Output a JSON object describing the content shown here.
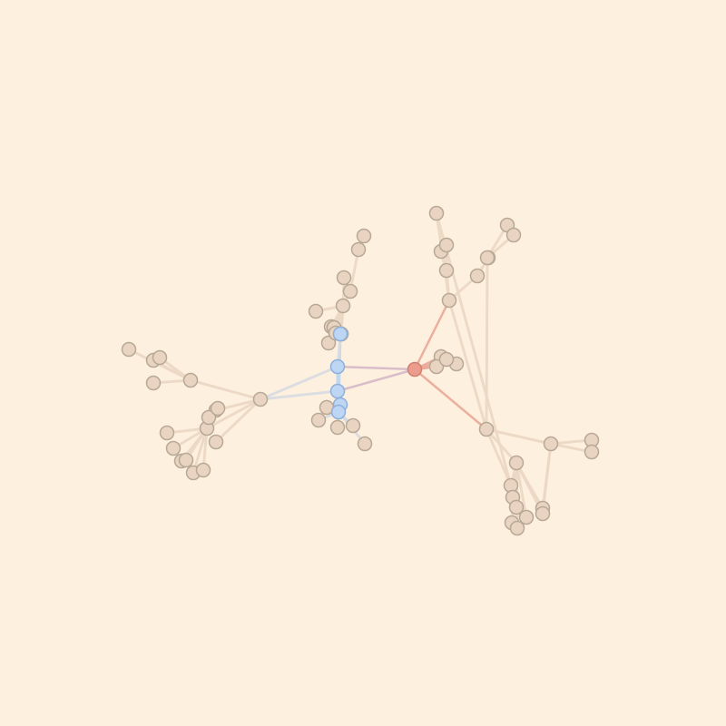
{
  "graph": {
    "colors": {
      "background": "#fef0df",
      "node_default_fill": "#e8d4c0",
      "node_default_stroke": "#b8a896",
      "node_highlight_fill": "#bdd6f3",
      "node_highlight_stroke": "#8fb0da",
      "node_focus_fill": "#ec9c8c",
      "node_focus_stroke": "#d28072",
      "edge_default": "#ecd8c4",
      "edge_highlight": "#bcd7f2",
      "edge_focus": "#eaa898"
    },
    "focus_node": "f",
    "highlighted_nodes": [
      "b1",
      "b2",
      "b3",
      "b4",
      "b5"
    ],
    "nodes": [
      "f",
      "b1",
      "b2",
      "b3",
      "b4",
      "b5",
      "h",
      "r1",
      "r2",
      "r3",
      "r4",
      "r5",
      "r6",
      "r7",
      "r8",
      "r9",
      "l1",
      "l2",
      "l3",
      "l4",
      "l5",
      "l6",
      "l7",
      "l8",
      "l9",
      "l10",
      "l11",
      "l12",
      "l13",
      "l14",
      "l15",
      "l16",
      "l17",
      "c1",
      "c2",
      "c3",
      "c4",
      "c5",
      "c6",
      "c7",
      "c8",
      "c9",
      "c10",
      "c11",
      "c12",
      "c13",
      "c14",
      "c15",
      "c16",
      "a1",
      "a2",
      "a3",
      "a4",
      "a5",
      "a6",
      "a7",
      "a8",
      "a9",
      "a10",
      "a11",
      "a12",
      "a13",
      "a14",
      "a15",
      "a16",
      "a17"
    ],
    "edges": [
      [
        "f",
        "b1"
      ],
      [
        "f",
        "b2"
      ],
      [
        "f",
        "h"
      ],
      [
        "f",
        "r1"
      ],
      [
        "f",
        "r2"
      ],
      [
        "f",
        "r3"
      ],
      [
        "f",
        "r4"
      ],
      [
        "h",
        "r1"
      ],
      [
        "r4",
        "r6"
      ],
      [
        "r4",
        "r5"
      ],
      [
        "r5",
        "r7"
      ],
      [
        "r5",
        "r8"
      ],
      [
        "r6",
        "r9"
      ],
      [
        "b1",
        "b2"
      ],
      [
        "b2",
        "b3"
      ],
      [
        "b3",
        "b4"
      ],
      [
        "b4",
        "b5"
      ],
      [
        "b1",
        "c1"
      ],
      [
        "c1",
        "c2"
      ],
      [
        "c1",
        "c3"
      ],
      [
        "c1",
        "c4"
      ],
      [
        "c1",
        "c7"
      ],
      [
        "c2",
        "c5"
      ],
      [
        "c5",
        "c6"
      ],
      [
        "b4",
        "c8"
      ],
      [
        "b4",
        "c9"
      ],
      [
        "b4",
        "c10"
      ],
      [
        "b4",
        "c11"
      ],
      [
        "b4",
        "c12"
      ],
      [
        "b5",
        "c13"
      ],
      [
        "b1",
        "l1"
      ],
      [
        "b2",
        "l1"
      ],
      [
        "l1",
        "l2"
      ],
      [
        "l1",
        "l3"
      ],
      [
        "l1",
        "l4"
      ],
      [
        "l2",
        "l5"
      ],
      [
        "l2",
        "l6"
      ],
      [
        "l2",
        "l7"
      ],
      [
        "l2",
        "l8"
      ],
      [
        "l1",
        "l9"
      ],
      [
        "l9",
        "l10"
      ],
      [
        "l9",
        "l11"
      ],
      [
        "l9",
        "l12"
      ],
      [
        "l9",
        "l13"
      ],
      [
        "l9",
        "l14"
      ],
      [
        "l9",
        "l15"
      ],
      [
        "l9",
        "l16"
      ],
      [
        "l9",
        "l17"
      ],
      [
        "f",
        "a1"
      ],
      [
        "r4",
        "a1"
      ],
      [
        "a1",
        "a2"
      ],
      [
        "a2",
        "a3"
      ],
      [
        "a2",
        "a4"
      ],
      [
        "a1",
        "a5"
      ],
      [
        "a1",
        "a6"
      ],
      [
        "a5",
        "a7"
      ],
      [
        "a5",
        "a8"
      ],
      [
        "a7",
        "a9"
      ],
      [
        "a7",
        "a10"
      ],
      [
        "a7",
        "a11"
      ],
      [
        "a7",
        "a12"
      ],
      [
        "a6",
        "a13"
      ],
      [
        "a6",
        "a14"
      ],
      [
        "a6",
        "a15"
      ],
      [
        "a6",
        "a16"
      ],
      [
        "a5",
        "a17"
      ]
    ]
  }
}
